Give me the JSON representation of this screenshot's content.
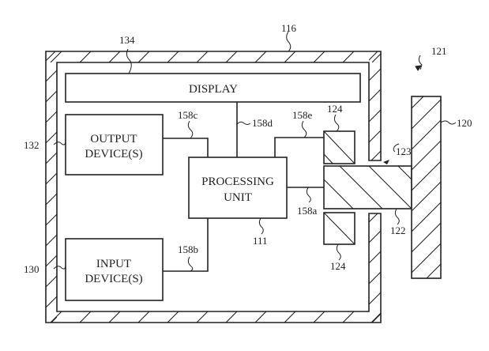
{
  "figure": {
    "components": {
      "display": {
        "text": "DISPLAY",
        "ref": "134"
      },
      "output": {
        "line1": "OUTPUT",
        "line2": "DEVICE(S)",
        "ref": "132"
      },
      "input": {
        "line1": "INPUT",
        "line2": "DEVICE(S)",
        "ref": "130"
      },
      "processing": {
        "line1": "PROCESSING",
        "line2": "UNIT",
        "ref": "111"
      },
      "housing": {
        "ref": "116"
      },
      "plate": {
        "ref": "120"
      },
      "assembly": {
        "ref": "121"
      },
      "shaft": {
        "ref": "122"
      },
      "opening": {
        "ref": "123"
      },
      "sensor_top": {
        "ref": "124"
      },
      "sensor_bottom": {
        "ref": "124"
      }
    },
    "connectors": {
      "c158a": "158a",
      "c158b": "158b",
      "c158c": "158c",
      "c158d": "158d",
      "c158e": "158e"
    }
  }
}
